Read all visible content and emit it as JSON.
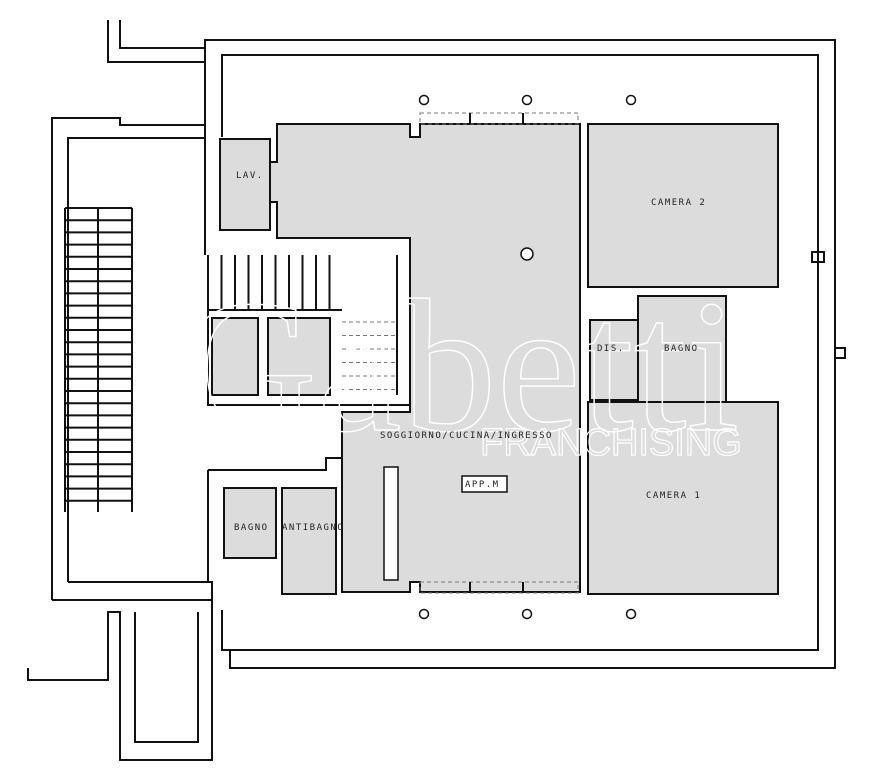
{
  "plan": {
    "rooms": {
      "lav": "LAV.",
      "camera2": "CAMERA 2",
      "dis": "DIS.",
      "bagno_right": "BAGNO",
      "soggiorno": "SOGGIORNO/CUCINA/INGRESSO",
      "app": "APP.M",
      "camera1": "CAMERA  1",
      "bagno_left": "BAGNO",
      "antibagno": "ANTIBAGNO"
    },
    "watermark": {
      "logo": "Gabetti",
      "tagline": "FRANCHISING"
    },
    "colors": {
      "room_fill": "#dcdcdc",
      "wall": "#111111",
      "background": "#ffffff"
    }
  }
}
